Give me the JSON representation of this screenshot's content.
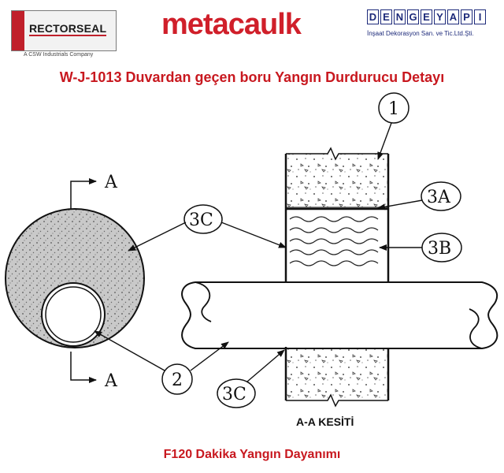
{
  "logos": {
    "rectorseal": "RECTORSEAL",
    "rectorseal_sub": "A CSW Industrials Company",
    "metacaulk": "metacaulk",
    "dengeyapi": "DENGEYAPI",
    "dengeyapi_sub": "İnşaat Dekorasyon San. ve Tic.Ltd.Şti."
  },
  "title": "W-J-1013 Duvardan geçen boru Yangın Durdurucu Detayı",
  "labels": {
    "item1": "1",
    "item2": "2",
    "item3a": "3A",
    "item3b": "3B",
    "item3c_left": "3C",
    "item3c_bottom": "3C",
    "section_top": "A",
    "section_bottom": "A"
  },
  "section_label": "A-A KESİTİ",
  "footer": "F120 Dakika Yangın Dayanımı"
}
